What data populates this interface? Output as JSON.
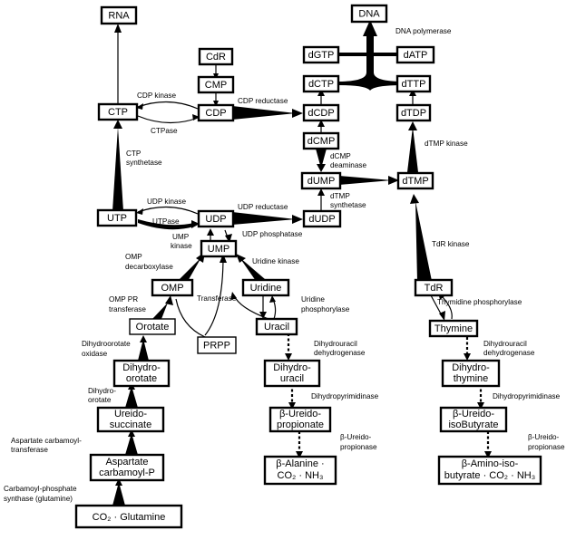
{
  "nodes": {
    "rna": "RNA",
    "dna": "DNA",
    "cdr": "CdR",
    "cmp": "CMP",
    "ctp": "CTP",
    "cdp": "CDP",
    "dgtp": "dGTP",
    "datp": "dATP",
    "dctp": "dCTP",
    "dttp": "dTTP",
    "dcdp": "dCDP",
    "dtdp": "dTDP",
    "dcmp": "dCMP",
    "dump": "dUMP",
    "dtmp": "dTMP",
    "utp": "UTP",
    "udp": "UDP",
    "dudp": "dUDP",
    "ump": "UMP",
    "omp": "OMP",
    "uridine": "Uridine",
    "tdr": "TdR",
    "orotate": "Orotate",
    "prpp": "PRPP",
    "uracil": "Uracil",
    "thymine": "Thymine",
    "dihydroorotate_1": "Dihydro-",
    "dihydroorotate_2": "orotate",
    "dihydrouracil_1": "Dihydro-",
    "dihydrouracil_2": "uracil",
    "dihydrothymine_1": "Dihydro-",
    "dihydrothymine_2": "thymine",
    "ureidosuccinate_1": "Ureido-",
    "ureidosuccinate_2": "succinate",
    "ureidopropionate_1": "β-Ureido-",
    "ureidopropionate_2": "propionate",
    "ureidoisobutyrate_1": "β-Ureido-",
    "ureidoisobutyrate_2": "isoButyrate",
    "carbamoylaspartate_1": "Aspartate",
    "carbamoylaspartate_2": "carbamoyl-P",
    "balanine_1": "β-Alanine ·",
    "balanine_2": "CO₂ · NH₃",
    "baminoisobutyrate_1": "β-Amino-iso-",
    "baminoisobutyrate_2": "butyrate · CO₂ · NH₃",
    "co2glutamine": "CO₂ · Glutamine"
  },
  "labels": {
    "dna_polymerase": "DNA polymerase",
    "cdp_kinase": "CDP kinase",
    "ctpase": "CTPase",
    "cdp_reductase": "CDP reductase",
    "ctp_synthetase_1": "CTP",
    "ctp_synthetase_2": "synthetase",
    "dcmp_deaminase_1": "dCMP",
    "dcmp_deaminase_2": "deaminase",
    "dtmp_kinase": "dTMP kinase",
    "dtmp_synthetase_1": "dTMP",
    "dtmp_synthetase_2": "synthetase",
    "udp_kinase": "UDP kinase",
    "utpase": "UTPase",
    "udp_reductase": "UDP reductase",
    "ump_kinase_1": "UMP",
    "ump_kinase_2": "kinase",
    "udp_phosphatase": "UDP phosphatase",
    "tdr_kinase": "TdR kinase",
    "omp_decarboxylase_1": "OMP",
    "omp_decarboxylase_2": "decarboxylase",
    "uridine_kinase": "Uridine kinase",
    "omp_pr_transferase_1": "OMP PR",
    "omp_pr_transferase_2": "transferase",
    "transferase": "Transferase",
    "uridine_phosphorylase_1": "Uridine",
    "uridine_phosphorylase_2": "phosphorylase",
    "thymidine_phosphorylase": "Thymidine phosphorylase",
    "dihydroorotate_oxidase_1": "Dihydroorotate",
    "dihydroorotate_oxidase_2": "oxidase",
    "dihydrouracil_dehydrogenase_1": "Dihydrouracil",
    "dihydrouracil_dehydrogenase_2": "dehydrogenase",
    "dihydrouracil_dehydrogenase_r1": "Dihydrouracil",
    "dihydrouracil_dehydrogenase_r2": "dehydrogenase",
    "dihydroorotase_1": "Dihydro-",
    "dihydroorotase_2": "orotate",
    "dihydropyrimidinase": "Dihydropyrimidinase",
    "dihydropyrimidinase_r": "Dihydropyrimidinase",
    "aspartate_carbamoyl_1": "Aspartate carbamoyl-",
    "aspartate_carbamoyl_2": "transferase",
    "b_ureidopropionase_1": "β-Ureido-",
    "b_ureidopropionase_2": "propionase",
    "b_ureidopropionase_r1": "β-Ureido-",
    "b_ureidopropionase_r2": "propionase",
    "carbamoyl_synthase_1": "Carbamoyl-phosphate",
    "carbamoyl_synthase_2": "synthase (glutamine)"
  }
}
